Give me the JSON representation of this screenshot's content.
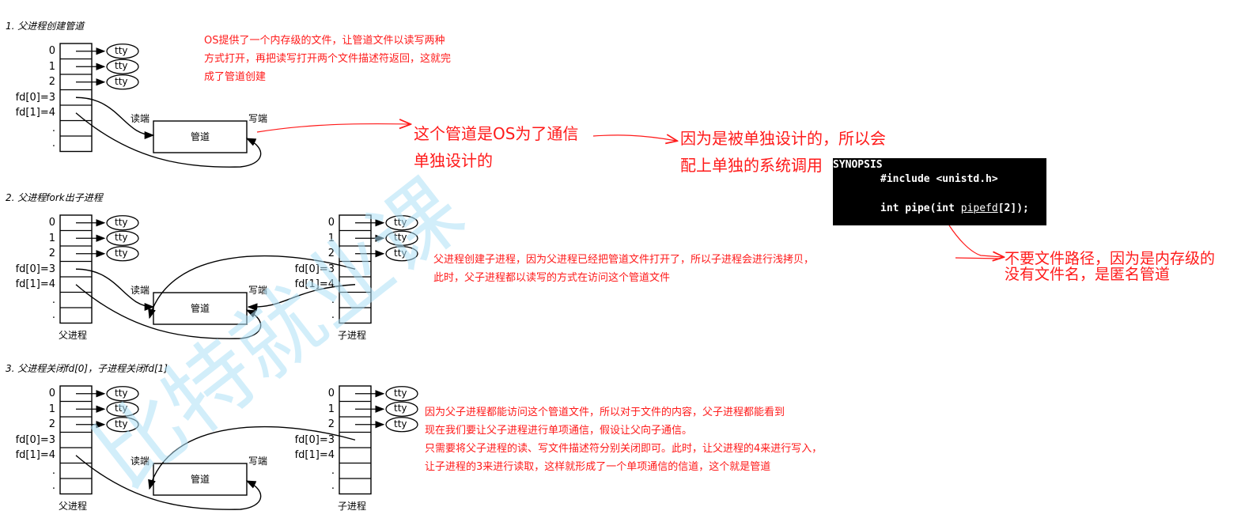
{
  "sections": [
    {
      "title": "1. 父进程创建管道",
      "has_child": false,
      "process_labels": null
    },
    {
      "title": "2. 父进程fork出子进程",
      "has_child": true,
      "process_labels": {
        "parent": "父进程",
        "child": "子进程"
      }
    },
    {
      "title": "3. 父进程关闭fd[0]，子进程关闭fd[1]",
      "has_child": true,
      "process_labels": {
        "parent": "父进程",
        "child": "子进程"
      }
    }
  ],
  "fd_rows": [
    "0",
    "1",
    "2",
    "fd[0]=3",
    "fd[1]=4",
    ".",
    "."
  ],
  "tty_label": "tty",
  "pipe_label": "管道",
  "read_end": "读端",
  "write_end": "写端",
  "notes": {
    "os_provides": [
      "OS提供了一个内存级的文件，让管道文件以读写两种",
      "方式打开，再把读写打开两个文件描述符返回，这就完",
      "成了管道创建"
    ],
    "pipe_designed": [
      "这个管道是OS为了通信",
      "单独设计的"
    ],
    "separate_syscall": [
      "因为是被单独设计的，所以会",
      "配上单独的系统调用"
    ],
    "fork_note": [
      "父进程创建子进程，因为父进程已经把管道文件打开了，所以子进程会进行浅拷贝，",
      "此时，父子进程都以读写的方式在访问这个管道文件"
    ],
    "close_note": [
      "因为父子进程都能访问这个管道文件，所以对于文件的内容，父子进程都能看到",
      "现在我们要让父子进程进行单项通信，假设让父向子通信。",
      "只需要将父子进程的读、写文件描述符分别关闭即可。此时，让父进程的4来进行写入，",
      "让子进程的3来进行读取，这样就形成了一个单项通信的信道，这个就是管道"
    ],
    "anonymous": [
      "不要文件路径，因为是内存级的",
      "没有文件名，是匿名管道"
    ]
  },
  "code": {
    "synopsis": "SYNOPSIS",
    "include": "#include <unistd.h>",
    "sig_prefix": "int pipe(int ",
    "sig_param": "pipefd",
    "sig_suffix": "[2]);"
  },
  "watermark": "比特就业课",
  "colors": {
    "annotation": "#ff1a1a",
    "watermark": "#aee1f7",
    "code_bg": "#000000",
    "code_fg": "#ffffff"
  }
}
